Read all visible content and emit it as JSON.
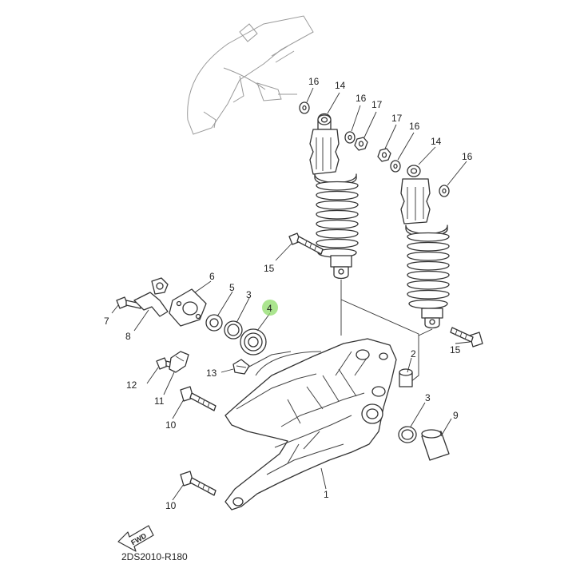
{
  "diagram": {
    "code": "2DS2010-R180",
    "fwd_label": "FWD",
    "highlight_color": "#8fdc6a",
    "callouts": {
      "c1": "1",
      "c2": "2",
      "c3a": "3",
      "c3b": "3",
      "c4": "4",
      "c5": "5",
      "c6": "6",
      "c7": "7",
      "c8": "8",
      "c9": "9",
      "c10a": "10",
      "c10b": "10",
      "c11": "11",
      "c12": "12",
      "c13": "13",
      "c14a": "14",
      "c14b": "14",
      "c15a": "15",
      "c15b": "15",
      "c16a": "16",
      "c16b": "16",
      "c16c": "16",
      "c16d": "16",
      "c17a": "17",
      "c17b": "17"
    }
  }
}
